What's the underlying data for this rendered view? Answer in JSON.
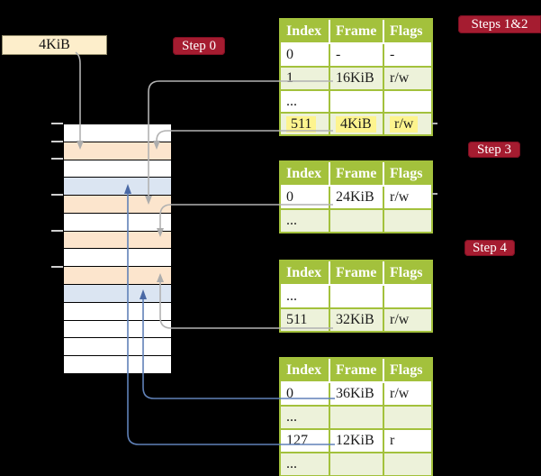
{
  "labels": {
    "page_size": "4KiB"
  },
  "badges": {
    "step0": "Step 0",
    "steps12": "Steps 1&2",
    "step3": "Step 3",
    "step4": "Step 4"
  },
  "memory": {
    "rows": [
      "white",
      "peach",
      "white",
      "blue",
      "peach",
      "white",
      "peach",
      "white",
      "peach",
      "blue",
      "white",
      "white",
      "white",
      "white"
    ]
  },
  "tables": {
    "t1": {
      "columns": [
        "Index",
        "Frame",
        "Flags"
      ],
      "rows": [
        {
          "index": "0",
          "frame": "-",
          "flags": "-"
        },
        {
          "index": "1",
          "frame": "16KiB",
          "flags": "r/w"
        },
        {
          "index": "...",
          "frame": "",
          "flags": ""
        },
        {
          "index": "511",
          "frame": "4KiB",
          "flags": "r/w",
          "highlighted": true
        }
      ]
    },
    "t2": {
      "columns": [
        "Index",
        "Frame",
        "Flags"
      ],
      "rows": [
        {
          "index": "0",
          "frame": "24KiB",
          "flags": "r/w"
        },
        {
          "index": "...",
          "frame": "",
          "flags": ""
        }
      ]
    },
    "t3": {
      "columns": [
        "Index",
        "Frame",
        "Flags"
      ],
      "rows": [
        {
          "index": "...",
          "frame": "",
          "flags": ""
        },
        {
          "index": "511",
          "frame": "32KiB",
          "flags": "r/w"
        }
      ]
    },
    "t4": {
      "columns": [
        "Index",
        "Frame",
        "Flags"
      ],
      "rows": [
        {
          "index": "0",
          "frame": "36KiB",
          "flags": "r/w"
        },
        {
          "index": "...",
          "frame": "",
          "flags": ""
        },
        {
          "index": "127",
          "frame": "12KiB",
          "flags": "r"
        },
        {
          "index": "...",
          "frame": "",
          "flags": ""
        }
      ]
    }
  },
  "arrows": [
    {
      "from": "page-size-label",
      "to": "memory-row-2",
      "color": "gray"
    },
    {
      "from": "table1-row-1",
      "to": "memory-row-5",
      "color": "gray"
    },
    {
      "from": "table1-row-511",
      "to": "memory-row-2",
      "color": "gray"
    },
    {
      "from": "table2-row-0",
      "to": "memory-row-7",
      "color": "gray"
    },
    {
      "from": "table3-row-511",
      "to": "memory-row-9",
      "color": "gray"
    },
    {
      "from": "table4-row-0",
      "to": "memory-row-10",
      "color": "blue"
    },
    {
      "from": "table4-row-127",
      "to": "memory-row-4",
      "color": "blue"
    }
  ],
  "colors": {
    "badge_red": "#a51c30",
    "table_header_green": "#a3c13c",
    "table_row_green": "#edf2da",
    "page_peach": "#fce5cd",
    "page_blue": "#dbe5f2",
    "highlight_yellow": "#fdf48e",
    "label_cream": "#fdeecb",
    "arrow_gray": "#b2b2b2",
    "arrow_blue": "#6081b8"
  }
}
